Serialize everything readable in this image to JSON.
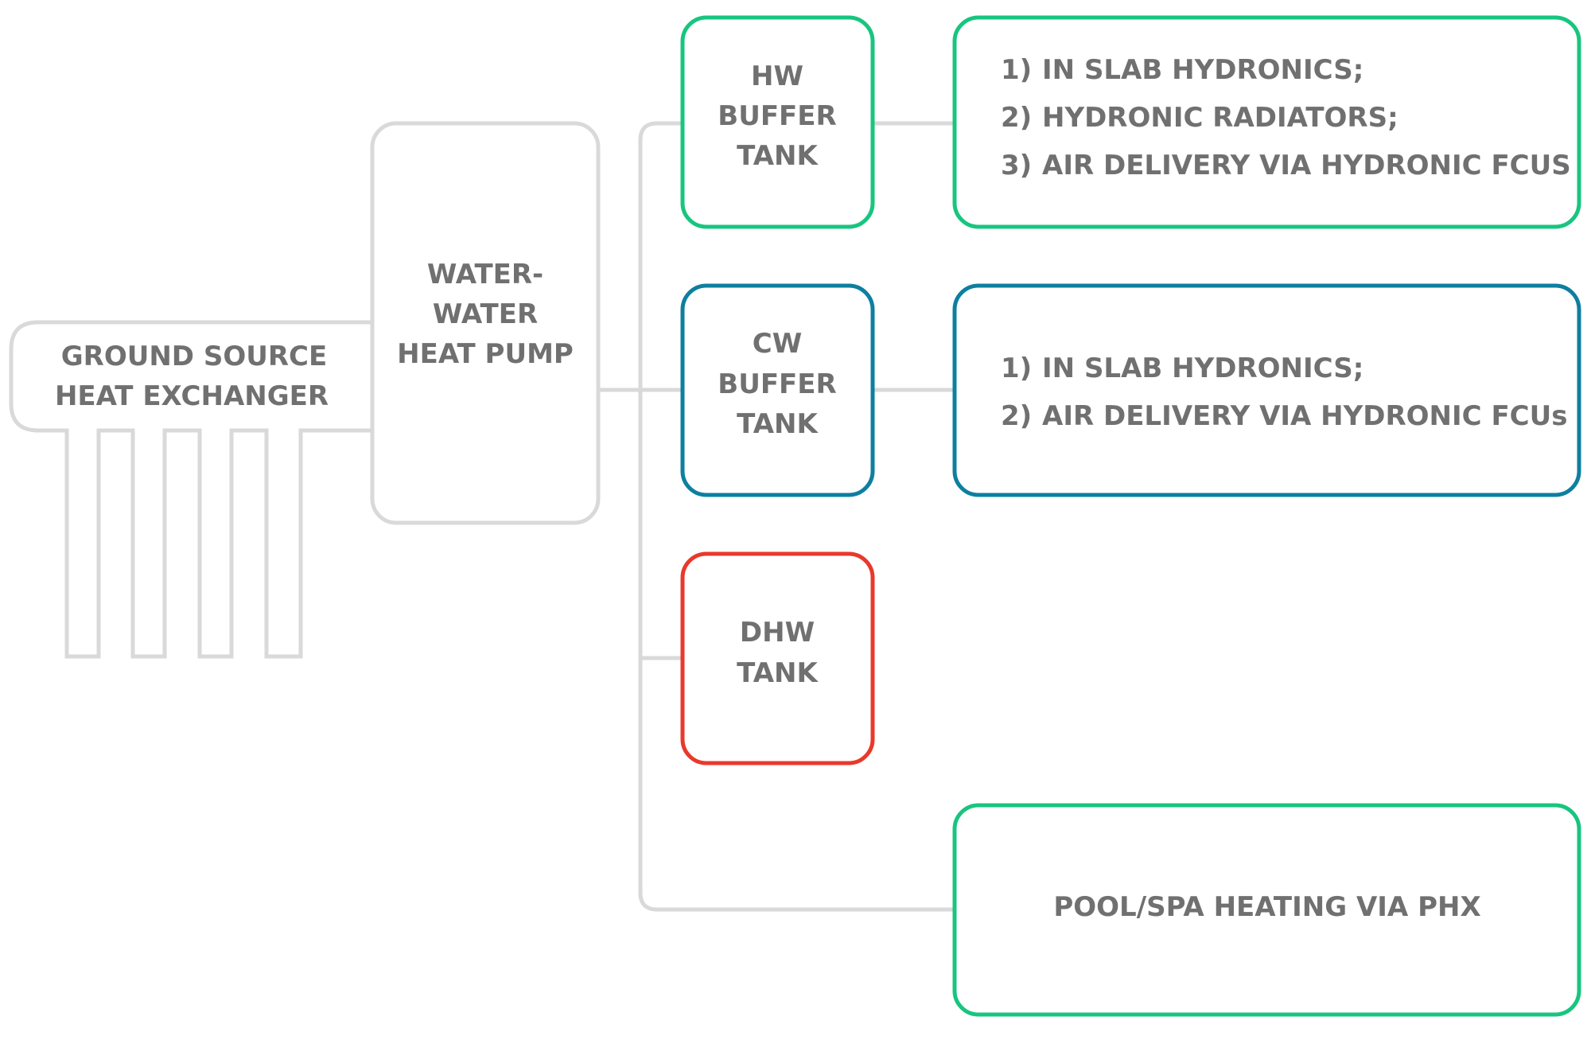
{
  "colors": {
    "gray_line": "#d9d9d9",
    "text": "#707070",
    "green": "#18c57f",
    "blue": "#0d7fa0",
    "red": "#e8392c"
  },
  "ground_source": {
    "line1": "GROUND SOURCE",
    "line2": "HEAT EXCHANGER"
  },
  "heat_pump": {
    "line1": "WATER-",
    "line2": "WATER",
    "line3": "HEAT PUMP"
  },
  "hw_tank": {
    "line1": "HW",
    "line2": "BUFFER",
    "line3": "TANK",
    "color": "green"
  },
  "cw_tank": {
    "line1": "CW",
    "line2": "BUFFER",
    "line3": "TANK",
    "color": "blue"
  },
  "dhw_tank": {
    "line1": "DHW",
    "line2": "TANK",
    "color": "red"
  },
  "hw_uses": {
    "color": "green",
    "items": [
      {
        "num": "1)",
        "text": "IN SLAB HYDRONICS;"
      },
      {
        "num": "2)",
        "text": "HYDRONIC RADIATORS;"
      },
      {
        "num": "3)",
        "text": "AIR DELIVERY VIA HYDRONIC FCUS"
      }
    ]
  },
  "cw_uses": {
    "color": "blue",
    "items": [
      {
        "num": "1)",
        "text": "IN SLAB HYDRONICS;"
      },
      {
        "num": "2)",
        "text": "AIR DELIVERY VIA HYDRONIC FCUs"
      }
    ]
  },
  "pool": {
    "text": "POOL/SPA HEATING VIA PHX",
    "color": "green"
  }
}
